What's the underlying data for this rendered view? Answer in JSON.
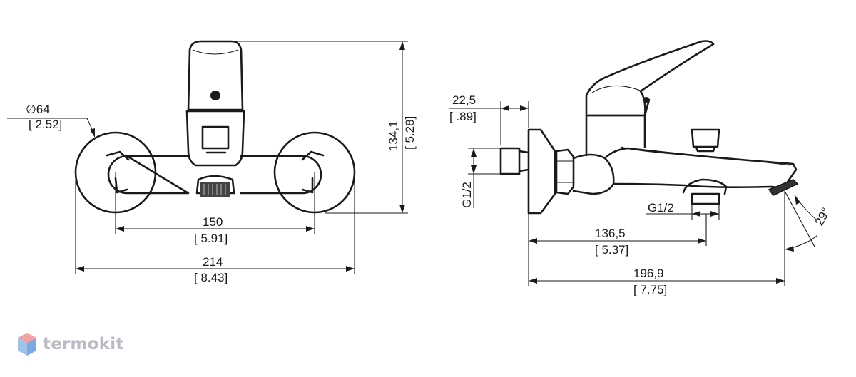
{
  "front_view": {
    "diameter_mm": "∅64",
    "diameter_in": "[ 2.52]",
    "height_mm": "134,1",
    "height_in": "[ 5.28]",
    "centers_mm": "150",
    "centers_in": "[ 5.91]",
    "width_mm": "214",
    "width_in": "[ 8.43]"
  },
  "side_view": {
    "flange_mm": "22,5",
    "flange_in": "[ .89]",
    "inlet_thread": "G1/2",
    "outlet_thread": "G1/2",
    "outlet_pos_mm": "136,5",
    "outlet_pos_in": "[ 5.37]",
    "depth_mm": "196,9",
    "depth_in": "[ 7.75]",
    "angle": "29°"
  },
  "brand": {
    "name": "termokit",
    "colors": {
      "top": "#f2a3a3",
      "left": "#9fc3ea",
      "right": "#7ea9de"
    }
  }
}
